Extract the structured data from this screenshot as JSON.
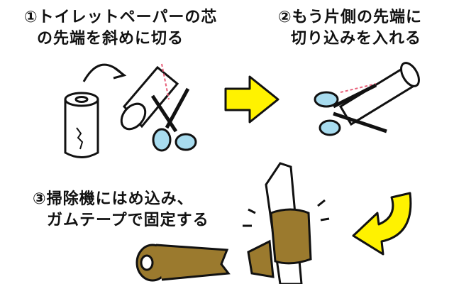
{
  "steps": [
    {
      "line1": "①トイレットペーパーの芯",
      "line2": "の先端を斜めに切る"
    },
    {
      "line1": "②もう片側の先端に",
      "line2": "切り込みを入れる"
    },
    {
      "line1": "③掃除機にはめ込み、",
      "line2": "ガムテープで固定する"
    }
  ],
  "colors": {
    "arrow": "#fff200",
    "scissors_handle": "#a8dcef",
    "tape": "#9b7a2e",
    "cut_line": "#e8607a"
  }
}
